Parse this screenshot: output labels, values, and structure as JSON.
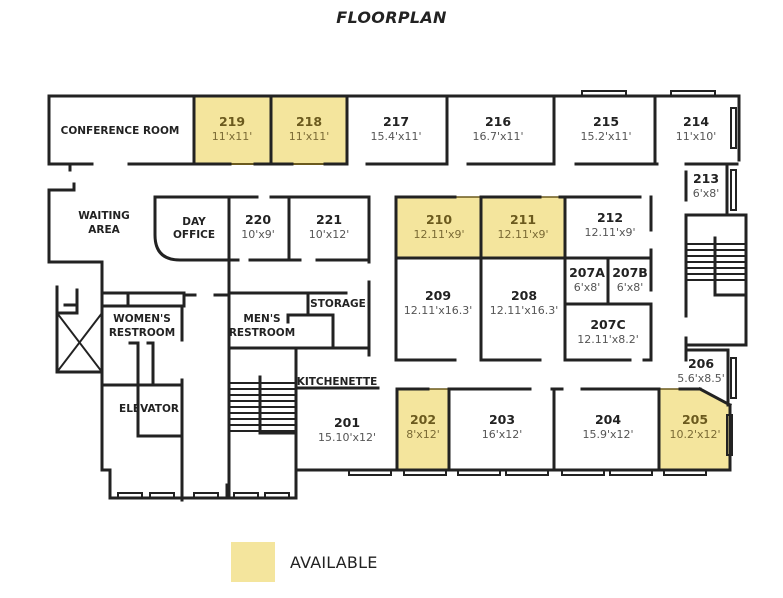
{
  "title": "FLOORPLAN",
  "colors": {
    "available_fill": "#f4e59d",
    "available_stroke": "#6b5a1e",
    "wall": "#222222",
    "background": "#ffffff"
  },
  "legend": {
    "label": "AVAILABLE",
    "swatch_color": "#f4e59d"
  },
  "rooms": [
    {
      "id": "conference-room",
      "name": "CONFERENCE ROOM",
      "number": "",
      "size": "",
      "available": false
    },
    {
      "id": "219",
      "number": "219",
      "size": "11'x11'",
      "available": true
    },
    {
      "id": "218",
      "number": "218",
      "size": "11'x11'",
      "available": true
    },
    {
      "id": "217",
      "number": "217",
      "size": "15.4'x11'",
      "available": false
    },
    {
      "id": "216",
      "number": "216",
      "size": "16.7'x11'",
      "available": false
    },
    {
      "id": "215",
      "number": "215",
      "size": "15.2'x11'",
      "available": false
    },
    {
      "id": "214",
      "number": "214",
      "size": "11'x10'",
      "available": false
    },
    {
      "id": "213",
      "number": "213",
      "size": "6'x8'",
      "available": false
    },
    {
      "id": "waiting-area",
      "name": "WAITING AREA",
      "name_lines": [
        "WAITING",
        "AREA"
      ],
      "available": false
    },
    {
      "id": "day-office",
      "name": "DAY OFFICE",
      "name_lines": [
        "DAY",
        "OFFICE"
      ],
      "available": false
    },
    {
      "id": "220",
      "number": "220",
      "size": "10'x9'",
      "available": false
    },
    {
      "id": "221",
      "number": "221",
      "size": "10'x12'",
      "available": false
    },
    {
      "id": "210",
      "number": "210",
      "size": "12.11'x9'",
      "available": true
    },
    {
      "id": "211",
      "number": "211",
      "size": "12.11'x9'",
      "available": true
    },
    {
      "id": "212",
      "number": "212",
      "size": "12.11'x9'",
      "available": false
    },
    {
      "id": "209",
      "number": "209",
      "size": "12.11'x16.3'",
      "available": false
    },
    {
      "id": "208",
      "number": "208",
      "size": "12.11'x16.3'",
      "available": false
    },
    {
      "id": "207A",
      "number": "207A",
      "size": "6'x8'",
      "available": false
    },
    {
      "id": "207B",
      "number": "207B",
      "size": "6'x8'",
      "available": false
    },
    {
      "id": "207C",
      "number": "207C",
      "size": "12.11'x8.2'",
      "available": false
    },
    {
      "id": "womens-restroom",
      "name": "WOMEN'S RESTROOM",
      "name_lines": [
        "WOMEN'S",
        "RESTROOM"
      ],
      "available": false
    },
    {
      "id": "mens-restroom",
      "name": "MEN'S RESTROOM",
      "name_lines": [
        "MEN'S",
        "RESTROOM"
      ],
      "available": false
    },
    {
      "id": "storage",
      "name": "STORAGE",
      "available": false
    },
    {
      "id": "kitchenette",
      "name": "KITCHENETTE",
      "available": false
    },
    {
      "id": "elevator",
      "name": "ELEVATOR",
      "available": false
    },
    {
      "id": "201",
      "number": "201",
      "size": "15.10'x12'",
      "available": false
    },
    {
      "id": "202",
      "number": "202",
      "size": "8'x12'",
      "available": true
    },
    {
      "id": "203",
      "number": "203",
      "size": "16'x12'",
      "available": false
    },
    {
      "id": "204",
      "number": "204",
      "size": "15.9'x12'",
      "available": false
    },
    {
      "id": "205",
      "number": "205",
      "size": "10.2'x12'",
      "available": true
    },
    {
      "id": "206",
      "number": "206",
      "size": "5.6'x8.5'",
      "available": false
    }
  ]
}
